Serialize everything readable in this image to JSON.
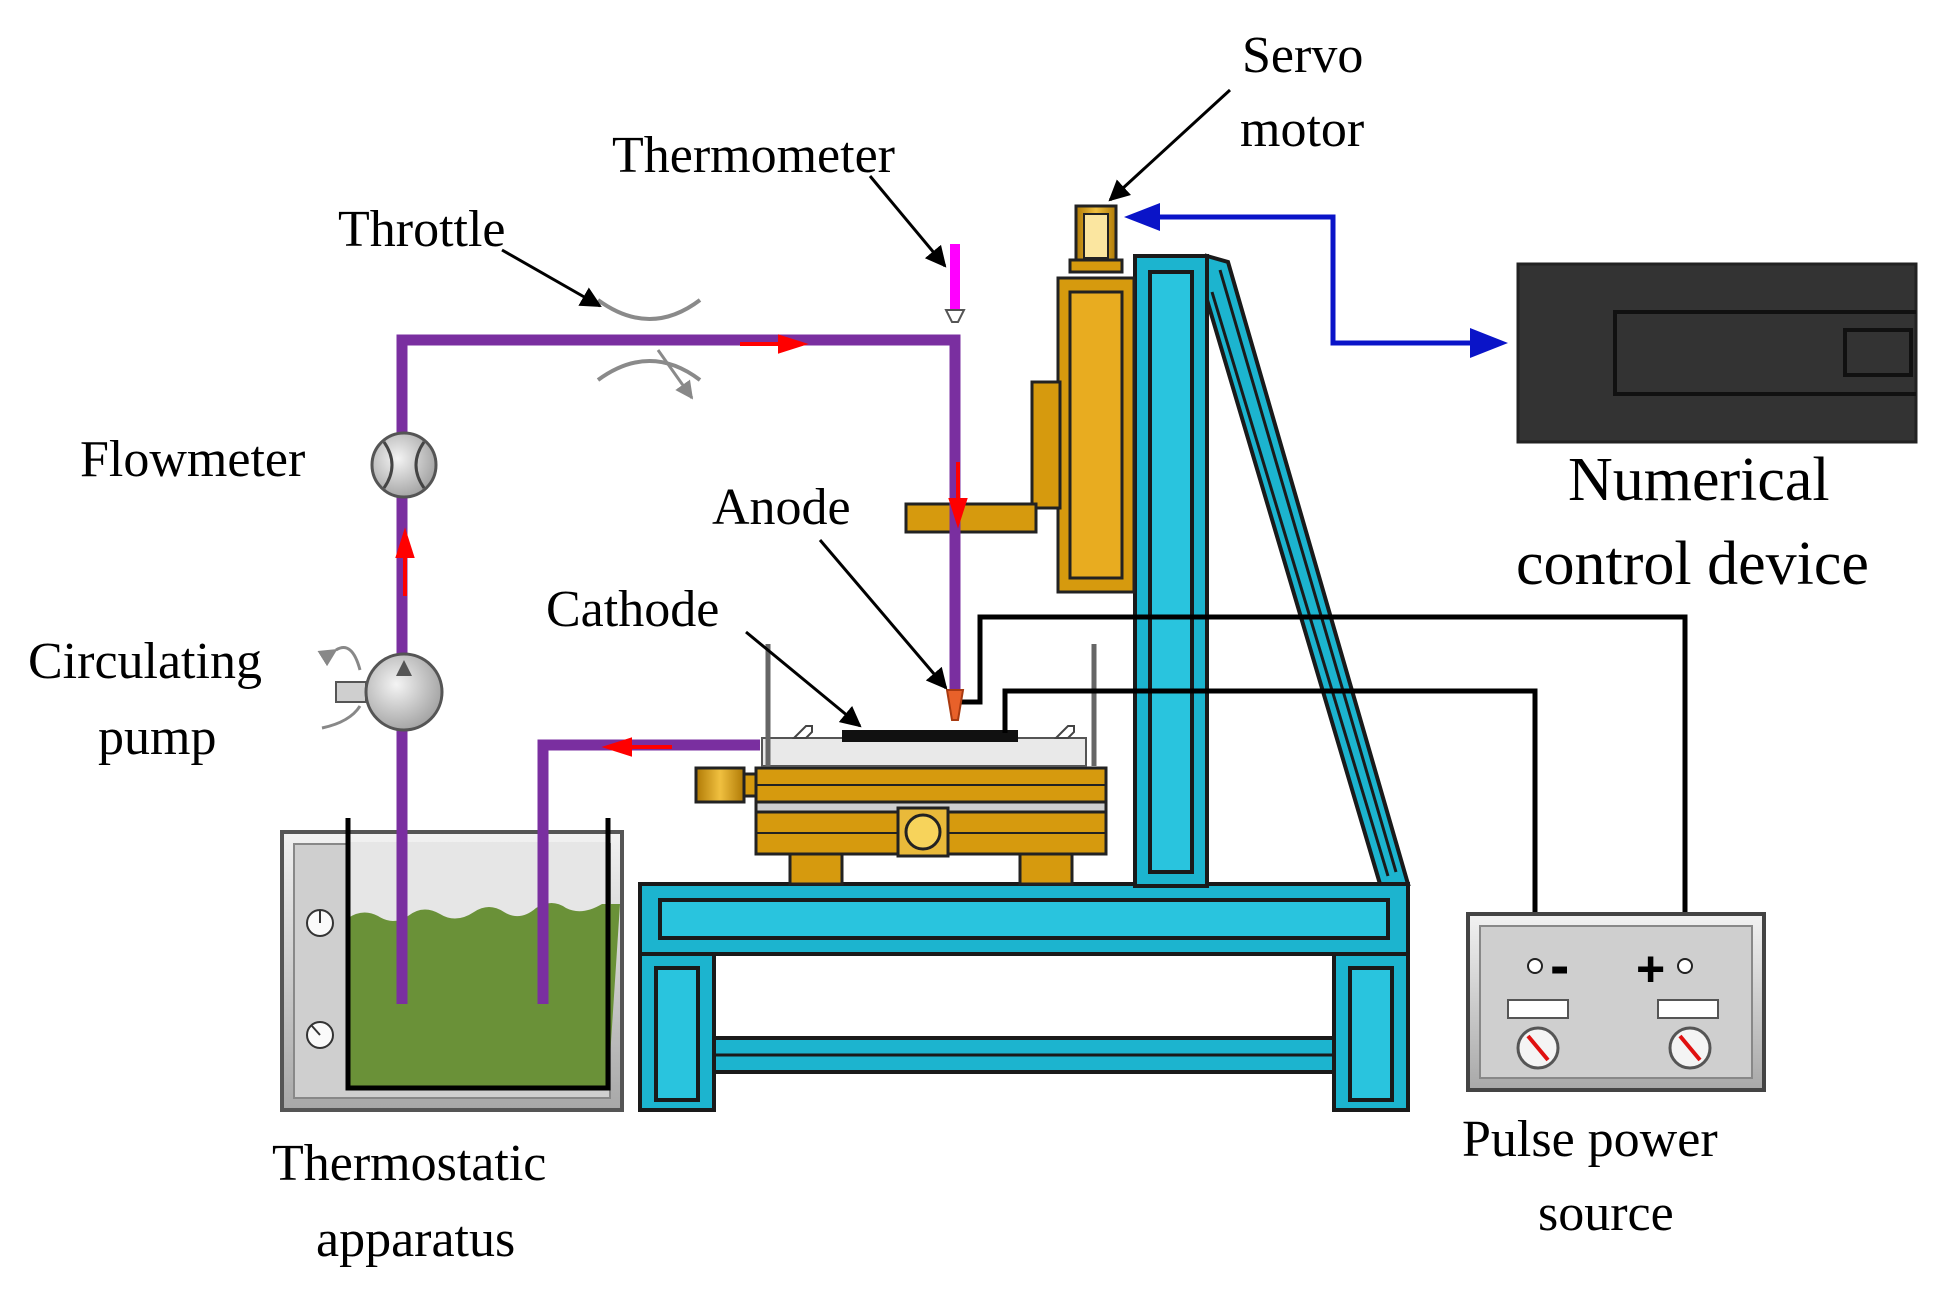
{
  "labels": {
    "servo_line1": "Servo",
    "servo_line2": "motor",
    "thermometer": "Thermometer",
    "throttle": "Throttle",
    "flowmeter": "Flowmeter",
    "anode": "Anode",
    "cathode": "Cathode",
    "pump_line1": "Circulating",
    "pump_line2": "pump",
    "nc_line1": "Numerical",
    "nc_line2": "control device",
    "thermostat_line1": "Thermostatic",
    "thermostat_line2": "apparatus",
    "power_line1": "Pulse power",
    "power_line2": "source",
    "minus": "-",
    "plus": "+"
  },
  "colors": {
    "pipe": "#7a2fa0",
    "frame": "#1cb4cf",
    "gold": "#d69a0e",
    "electrolyte": "#6a9138",
    "signal": "#0a14c8",
    "flow_arrow": "#ff0000",
    "nc_device": "#333333",
    "thermometer": "#ff00ff"
  }
}
